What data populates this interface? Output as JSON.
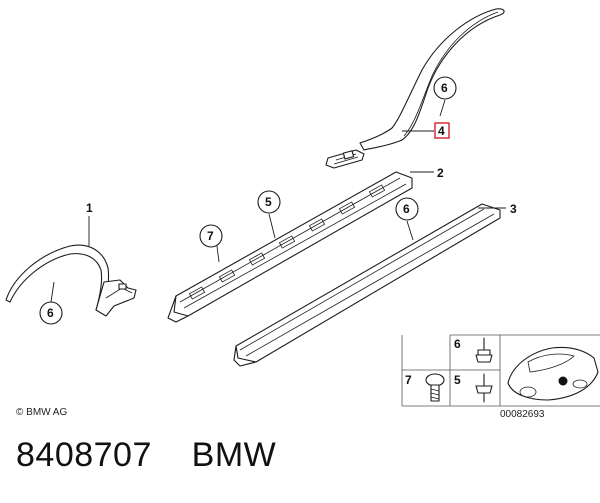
{
  "callouts": {
    "part_1": "1",
    "part_2": "2",
    "part_3": "3",
    "part_4": "4",
    "part_6_top": "6",
    "part_6_left": "6",
    "part_6_sill": "6",
    "part_5": "5",
    "part_7": "7"
  },
  "highlight_color": "#d21f2b",
  "inset": {
    "label_6": "6",
    "label_5": "5",
    "label_7": "7",
    "image_number": "00082693"
  },
  "copyright": "© BMW AG",
  "footer": {
    "text": "8408707    BMW"
  }
}
